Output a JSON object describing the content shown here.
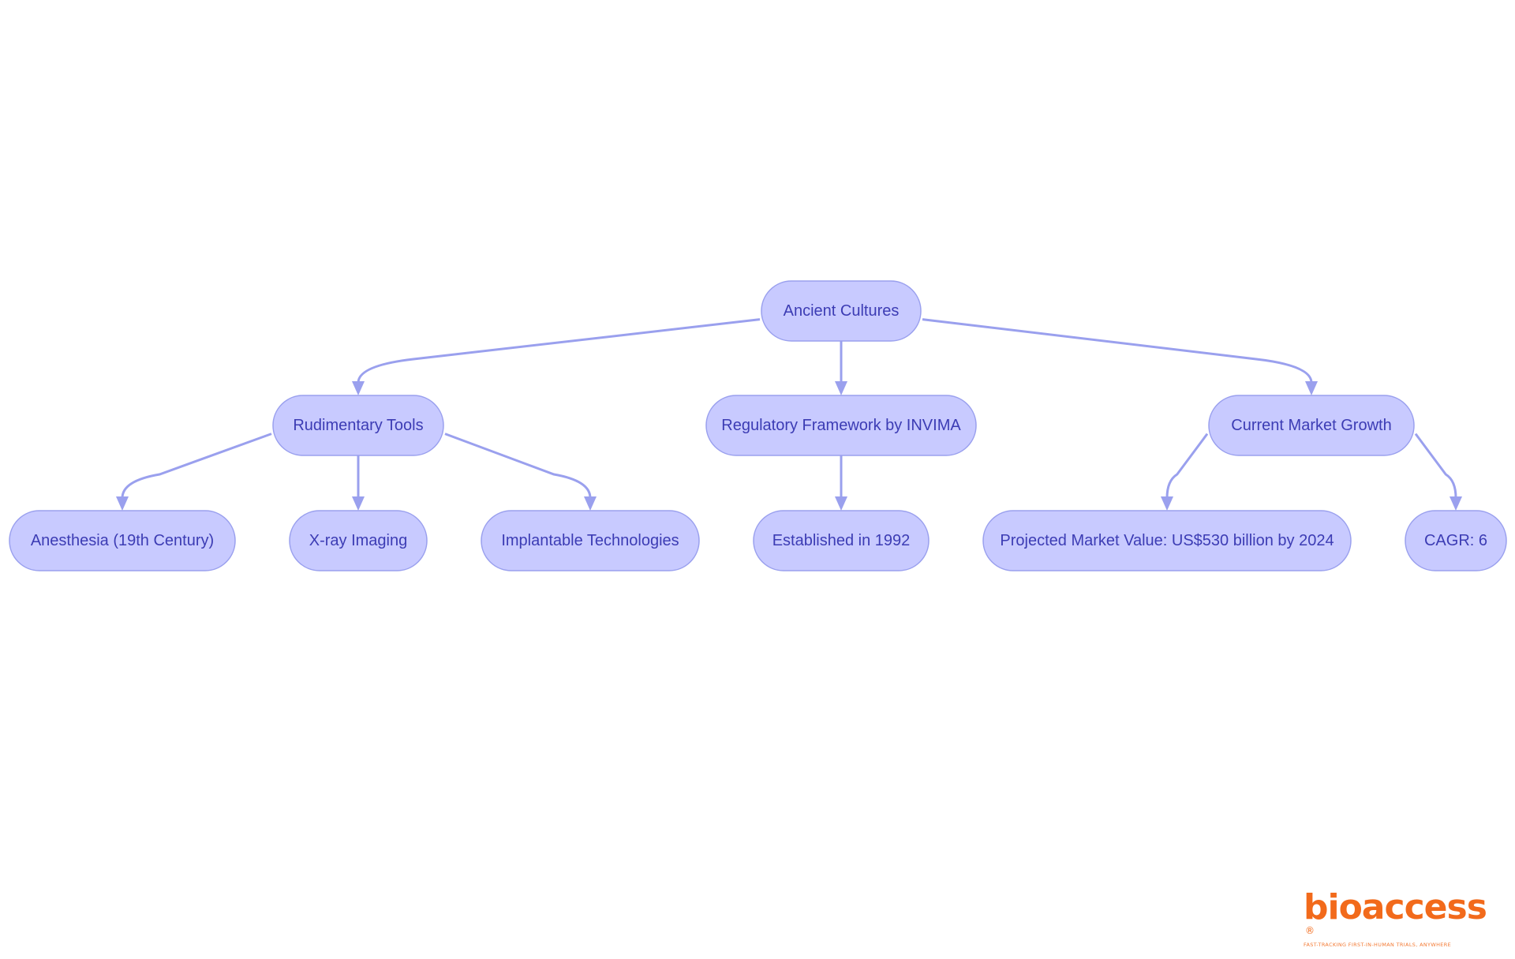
{
  "colors": {
    "node_fill": "#c8caff",
    "node_stroke": "#9aa0ee",
    "node_text": "#3c3cb4",
    "edge": "#9aa0ee",
    "logo": "#f26a1b"
  },
  "nodes": [
    {
      "id": "ancient-cultures",
      "label": "Ancient Cultures"
    },
    {
      "id": "rudimentary-tools",
      "label": "Rudimentary Tools"
    },
    {
      "id": "regulatory-framework",
      "label": "Regulatory Framework by INVIMA"
    },
    {
      "id": "current-market-growth",
      "label": "Current Market Growth"
    },
    {
      "id": "anesthesia",
      "label": "Anesthesia (19th Century)"
    },
    {
      "id": "xray-imaging",
      "label": "X-ray Imaging"
    },
    {
      "id": "implantable-technologies",
      "label": "Implantable Technologies"
    },
    {
      "id": "established-1992",
      "label": "Established in 1992"
    },
    {
      "id": "projected-market-value",
      "label": "Projected Market Value: US$530 billion by 2024"
    },
    {
      "id": "cagr",
      "label": "CAGR: 6"
    }
  ],
  "edges": [
    {
      "from": "ancient-cultures",
      "to": "rudimentary-tools"
    },
    {
      "from": "ancient-cultures",
      "to": "regulatory-framework"
    },
    {
      "from": "ancient-cultures",
      "to": "current-market-growth"
    },
    {
      "from": "rudimentary-tools",
      "to": "anesthesia"
    },
    {
      "from": "rudimentary-tools",
      "to": "xray-imaging"
    },
    {
      "from": "rudimentary-tools",
      "to": "implantable-technologies"
    },
    {
      "from": "regulatory-framework",
      "to": "established-1992"
    },
    {
      "from": "current-market-growth",
      "to": "projected-market-value"
    },
    {
      "from": "current-market-growth",
      "to": "cagr"
    }
  ],
  "logo": {
    "wordmark": "bioaccess",
    "registered": "®",
    "tagline": "FAST-TRACKING FIRST-IN-HUMAN TRIALS, ANYWHERE"
  }
}
